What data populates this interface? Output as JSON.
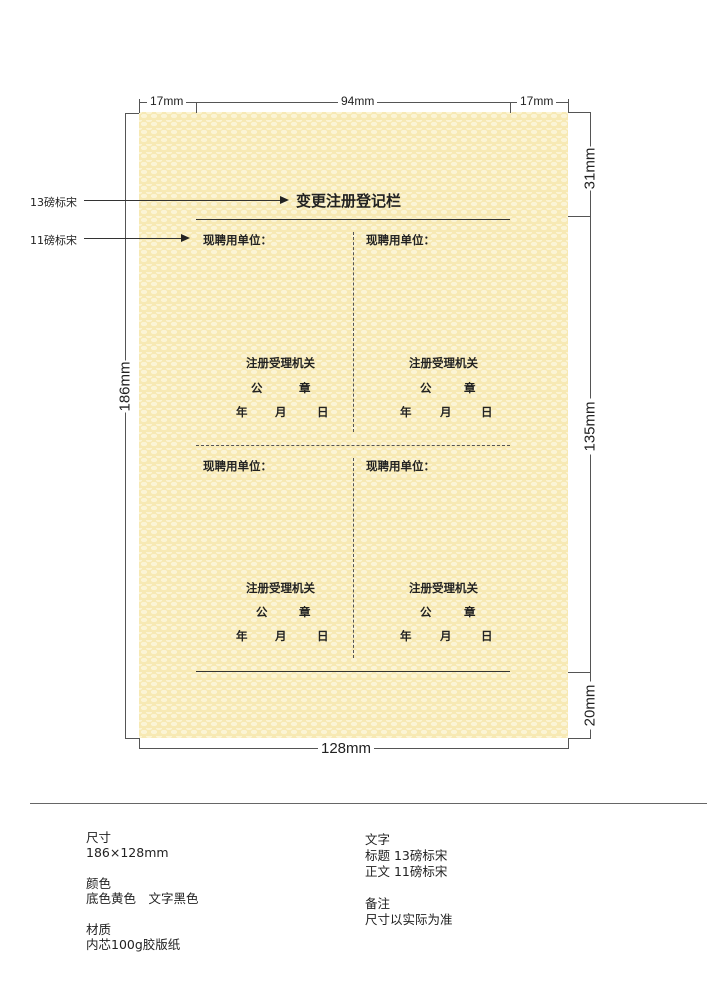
{
  "dimensions": {
    "top_left": "17mm",
    "top_center": "94mm",
    "top_right": "17mm",
    "right_top": "31mm",
    "right_middle": "135mm",
    "right_bottom": "20mm",
    "left": "186mm",
    "bottom": "128mm"
  },
  "annotations": {
    "title_font": "13磅标宋",
    "body_font": "11磅标宋"
  },
  "card": {
    "title": "变更注册登记栏",
    "cells": [
      {
        "employer_label": "现聘用单位：",
        "authority": "注册受理机关",
        "seal": [
          "公",
          "章"
        ],
        "date": [
          "年",
          "月",
          "日"
        ]
      },
      {
        "employer_label": "现聘用单位：",
        "authority": "注册受理机关",
        "seal": [
          "公",
          "章"
        ],
        "date": [
          "年",
          "月",
          "日"
        ]
      },
      {
        "employer_label": "现聘用单位：",
        "authority": "注册受理机关",
        "seal": [
          "公",
          "章"
        ],
        "date": [
          "年",
          "月",
          "日"
        ]
      },
      {
        "employer_label": "现聘用单位：",
        "authority": "注册受理机关",
        "seal": [
          "公",
          "章"
        ],
        "date": [
          "年",
          "月",
          "日"
        ]
      }
    ],
    "colors": {
      "background": "#f7e9b4",
      "pattern": "#fbf4d6",
      "text": "#222222"
    }
  },
  "specs": {
    "size": {
      "heading": "尺寸",
      "value": "186×128mm"
    },
    "color": {
      "heading": "颜色",
      "value": "底色黄色　文字黑色"
    },
    "material": {
      "heading": "材质",
      "value": "内芯100g胶版纸"
    },
    "text": {
      "heading": "文字",
      "lines": [
        "标题 13磅标宋",
        "正文 11磅标宋"
      ]
    },
    "note": {
      "heading": "备注",
      "value": "尺寸以实际为准"
    }
  }
}
